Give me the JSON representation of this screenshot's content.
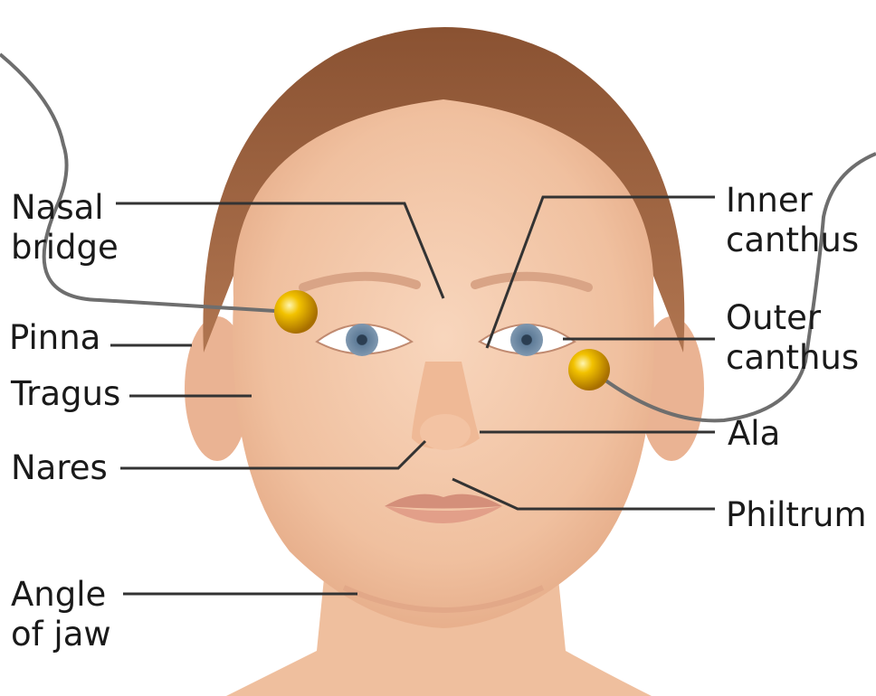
{
  "labels": {
    "nasal_bridge": [
      "Nasal",
      "bridge"
    ],
    "pinna": "Pinna",
    "tragus": "Tragus",
    "nares": "Nares",
    "angle_of_jaw": [
      "Angle",
      "of jaw"
    ],
    "inner_canthus": [
      "Inner",
      "canthus"
    ],
    "outer_canthus": [
      "Outer",
      "canthus"
    ],
    "ala": "Ala",
    "philtrum": "Philtrum"
  },
  "colors": {
    "skin": "#f4c8a8",
    "skin_shadow": "#e8ad8c",
    "hair": "#9a5f3a",
    "iris": "#4d6a86",
    "leader_line": "#333333",
    "connector": "#6e6e6e",
    "marker": "#f2b400"
  },
  "markers": [
    {
      "name": "left-eye-marker",
      "color": "#f2b400"
    },
    {
      "name": "right-eye-marker",
      "color": "#f2b400"
    }
  ]
}
